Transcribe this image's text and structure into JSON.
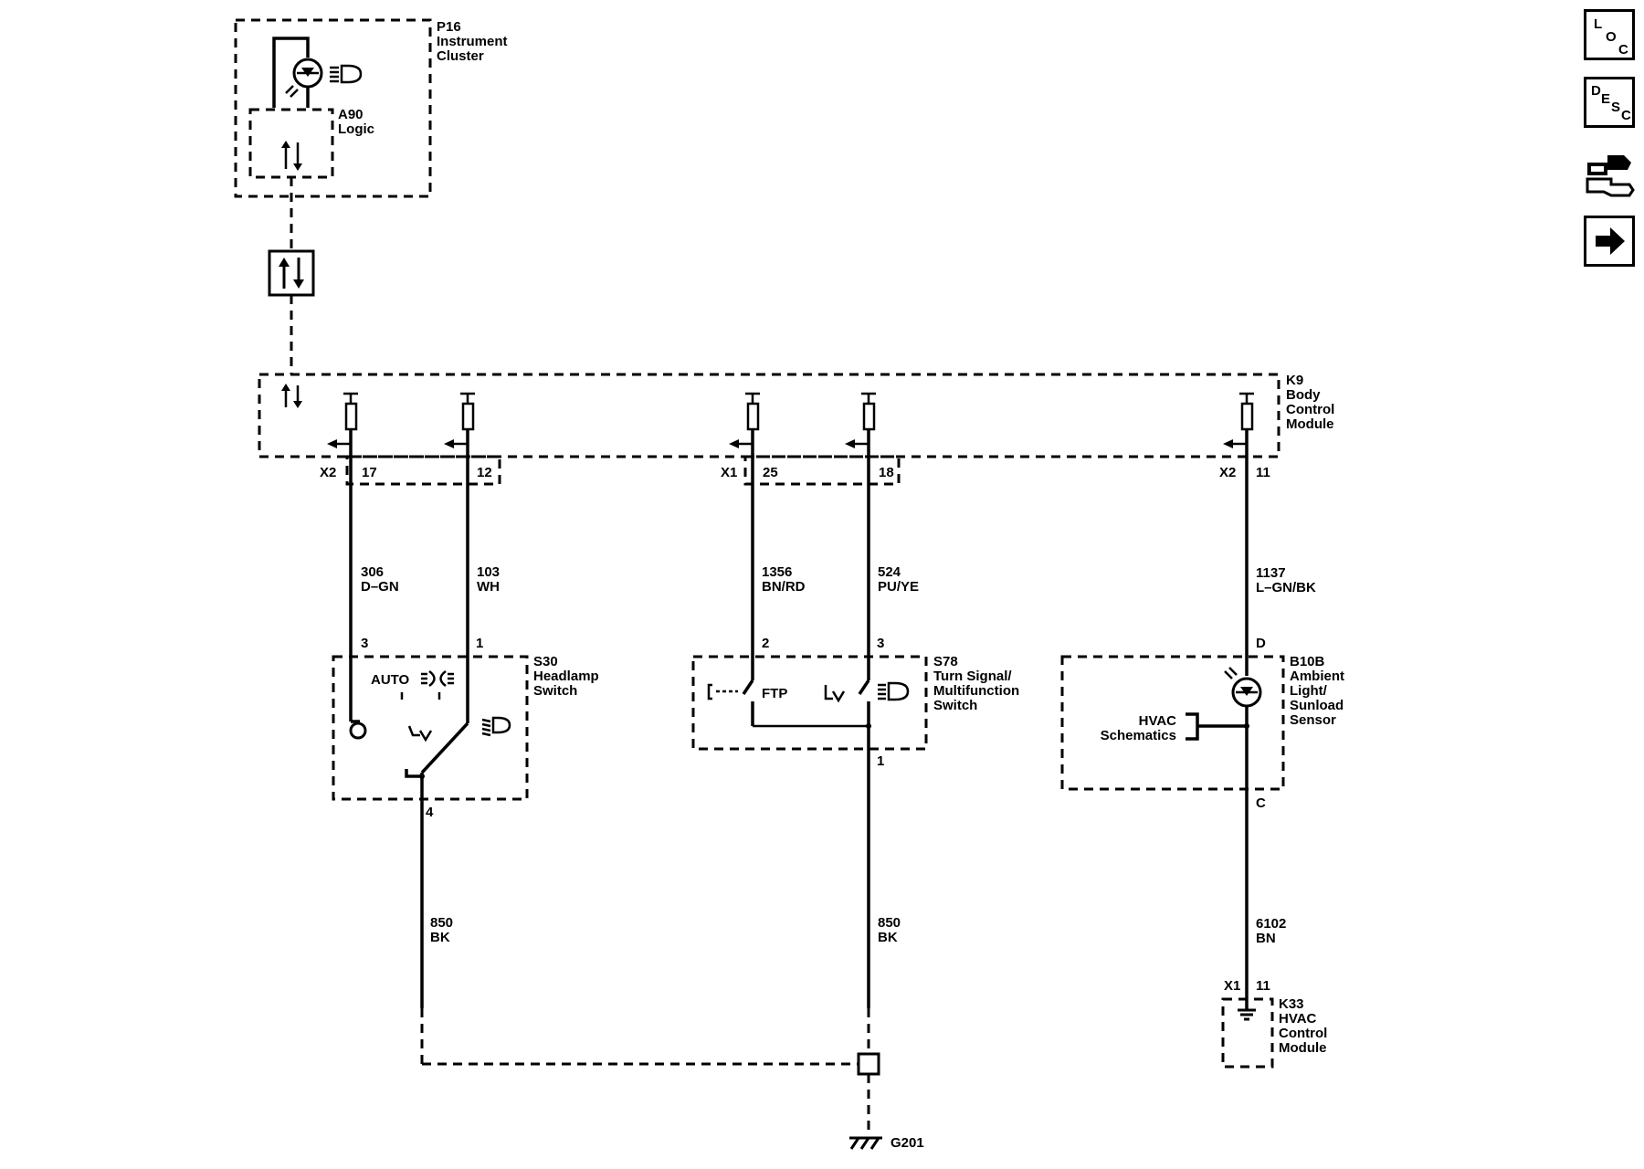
{
  "nav": {
    "loc": {
      "l1": "L",
      "l2": "O",
      "l3": "C"
    },
    "desc": {
      "l1": "D",
      "l2": "E",
      "l3": "S",
      "l4": "C"
    },
    "connector_icon": "connector-end-view-icon",
    "next_icon": "right-arrow-icon"
  },
  "modules": {
    "p16": {
      "ref": "P16",
      "name1": "Instrument",
      "name2": "Cluster"
    },
    "a90": {
      "ref": "A90",
      "name1": "Logic"
    },
    "k9": {
      "ref": "K9",
      "name1": "Body",
      "name2": "Control",
      "name3": "Module"
    },
    "s30": {
      "ref": "S30",
      "name1": "Headlamp",
      "name2": "Switch",
      "auto_label": "AUTO"
    },
    "s78": {
      "ref": "S78",
      "name1": "Turn Signal/",
      "name2": "Multifunction",
      "name3": "Switch",
      "ftp_label": "FTP"
    },
    "b10b": {
      "ref": "B10B",
      "name1": "Ambient",
      "name2": "Light/",
      "name3": "Sunload",
      "name4": "Sensor",
      "hvac1": "HVAC",
      "hvac2": "Schematics"
    },
    "k33": {
      "ref": "K33",
      "name1": "HVAC",
      "name2": "Control",
      "name3": "Module"
    }
  },
  "connectors": {
    "k9_x2_a": "X2",
    "k9_pin17": "17",
    "k9_pin12": "12",
    "k9_x1": "X1",
    "k9_pin25": "25",
    "k9_pin18": "18",
    "k9_x2_b": "X2",
    "k9_pin11": "11",
    "s30_pin3": "3",
    "s30_pin1": "1",
    "s30_pin4": "4",
    "s78_pin2": "2",
    "s78_pin3": "3",
    "s78_pin1": "1",
    "b10b_pinD": "D",
    "b10b_pinC": "C",
    "k33_x1": "X1",
    "k33_pin11": "11"
  },
  "wires": {
    "w306": {
      "circuit": "306",
      "color": "D–GN"
    },
    "w103": {
      "circuit": "103",
      "color": "WH"
    },
    "w1356": {
      "circuit": "1356",
      "color": "BN/RD"
    },
    "w524": {
      "circuit": "524",
      "color": "PU/YE"
    },
    "w1137": {
      "circuit": "1137",
      "color": "L–GN/BK"
    },
    "w850a": {
      "circuit": "850",
      "color": "BK"
    },
    "w850b": {
      "circuit": "850",
      "color": "BK"
    },
    "w6102": {
      "circuit": "6102",
      "color": "BN"
    }
  },
  "ground": {
    "ref": "G201"
  }
}
